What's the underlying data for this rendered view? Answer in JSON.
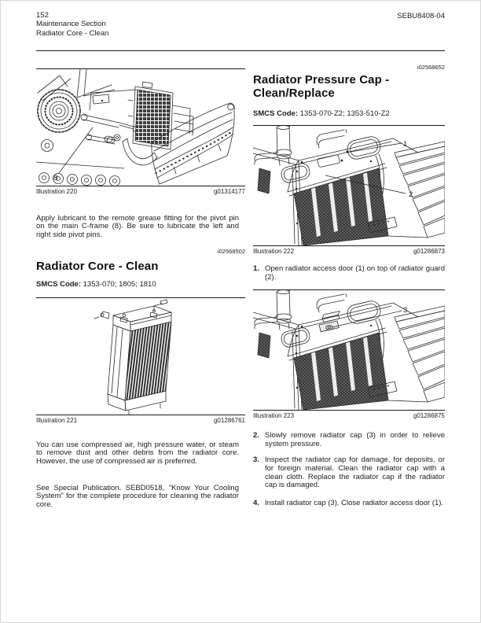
{
  "header": {
    "page_number": "152",
    "section": "Maintenance Section",
    "subsection": "Radiator Core - Clean",
    "pub_code": "SEBU8408-04"
  },
  "left": {
    "fig220": {
      "label": "Illustration 220",
      "ref": "g01314177",
      "callout_8": "8"
    },
    "para_lubricant": "Apply lubricant to the remote grease fitting for the pivot pin on the main C-frame (8). Be sure to lubricate the left and right side pivot pins.",
    "core": {
      "doc_id": "i02568502",
      "title": "Radiator Core - Clean",
      "smcs_label": "SMCS Code:",
      "smcs_value": "1353-070; 1805; 1810"
    },
    "fig221": {
      "label": "Illustration 221",
      "ref": "g01286761"
    },
    "para_compressed_air": "You can use compressed air, high pressure water, or steam to remove dust and other debris from the radiator core. However, the use of compressed air is preferred.",
    "para_special_pub": "See Special Publication, SEBD0518, “Know Your Cooling System” for the complete procedure for cleaning the radiator core."
  },
  "right": {
    "cap": {
      "doc_id": "i02568652",
      "title": "Radiator Pressure Cap - Clean/Replace",
      "smcs_label": "SMCS Code:",
      "smcs_value": "1353-070-Z2; 1353-510-Z2"
    },
    "fig222": {
      "label": "Illustration 222",
      "ref": "g01286873",
      "callout_1": "1",
      "callout_2": "2"
    },
    "fig223": {
      "label": "Illustration 223",
      "ref": "g01286875",
      "callout_3": "3"
    },
    "steps": [
      {
        "num": "1.",
        "text": "Open radiator access door (1) on top of radiator guard (2)."
      },
      {
        "num": "2.",
        "text": "Slowly remove radiator cap (3) in order to relieve system pressure."
      },
      {
        "num": "3.",
        "text": "Inspect the radiator cap for damage, for deposits, or for foreign material. Clean the radiator cap with a clean cloth. Replace the radiator cap if the radiator cap is damaged."
      },
      {
        "num": "4.",
        "text": "Install radiator cap (3). Close radiator access door (1)."
      }
    ]
  }
}
